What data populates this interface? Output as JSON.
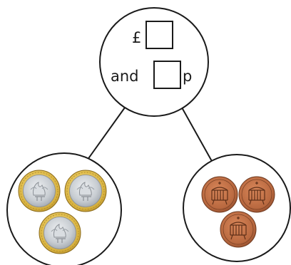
{
  "top_circle": {
    "pounds_symbol": "£",
    "and_label": "and",
    "pence_symbol": "p"
  },
  "left_group": {
    "coin": "one-pound-coin",
    "count": 3
  },
  "right_group": {
    "coin": "one-penny-coin",
    "count": 3
  },
  "colors": {
    "outline": "#1a1a1a",
    "pound_gold": "#d8b240",
    "pound_silver": "#c9ced3",
    "penny_copper": "#b8683f"
  }
}
